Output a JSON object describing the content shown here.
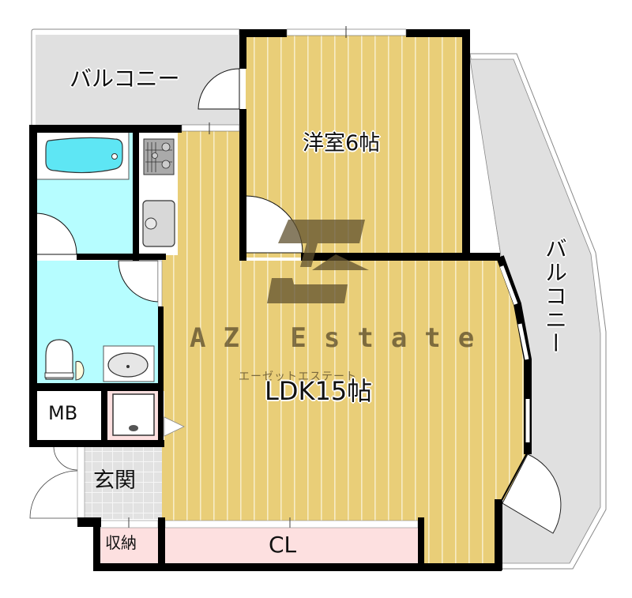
{
  "floor_plan": {
    "rooms": [
      {
        "id": "balcony-top",
        "label": "バルコニー"
      },
      {
        "id": "bedroom",
        "label": "洋室6帖",
        "type": "Western-style room",
        "size_jo": 6
      },
      {
        "id": "balcony-right",
        "label": "バルコニー"
      },
      {
        "id": "ldk",
        "label": "LDK15帖",
        "type": "Living/Dining/Kitchen",
        "size_jo": 15
      },
      {
        "id": "bathroom",
        "label": ""
      },
      {
        "id": "kitchen",
        "label": ""
      },
      {
        "id": "toilet-washroom",
        "label": ""
      },
      {
        "id": "meter-box",
        "label": "MB"
      },
      {
        "id": "entrance",
        "label": "玄関"
      },
      {
        "id": "storage",
        "label": "収納"
      },
      {
        "id": "closet",
        "label": "CL"
      }
    ],
    "fixtures": [
      "bathtub",
      "gas-stove",
      "kitchen-sink",
      "toilet",
      "wash-basin",
      "washing-machine-pan"
    ]
  },
  "watermark": {
    "brand": "AZ Estate",
    "kana": "エーゼットエステート"
  },
  "colors": {
    "flooring": "#e9ce78",
    "flooring_stripe": "#f7ecc6",
    "wet_area": "#b6fdff",
    "balcony": "#e0e0e0",
    "storage_pink": "#fde0e0",
    "wall": "#000000",
    "watermark": "#5f502d"
  }
}
